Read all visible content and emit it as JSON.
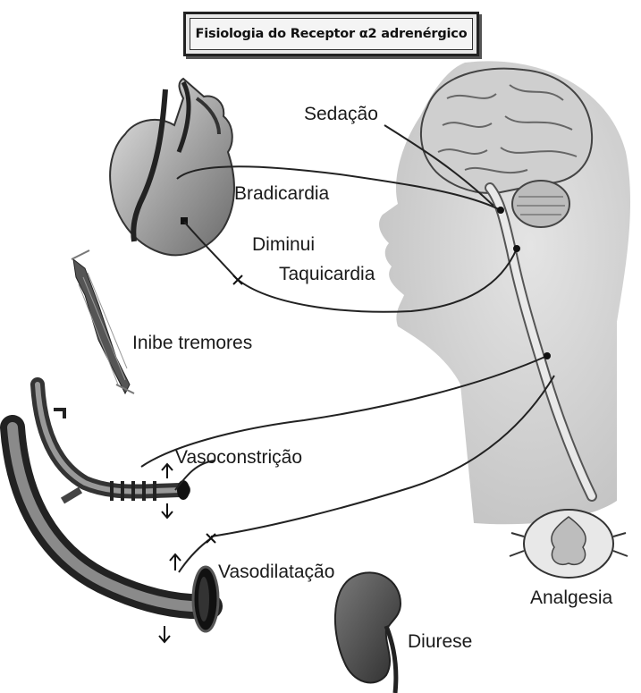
{
  "title": "Fisiologia do Receptor α2 adrenérgico",
  "labels": {
    "sedacao": "Sedação",
    "bradicardia": "Bradicardia",
    "diminui": "Diminui",
    "taquicardia": "Taquicardia",
    "inibe_tremores": "Inibe tremores",
    "vasoconstricao": "Vasoconstrição",
    "vasodilatacao": "Vasodilatação",
    "analgesia": "Analgesia",
    "diurese": "Diurese"
  }
}
